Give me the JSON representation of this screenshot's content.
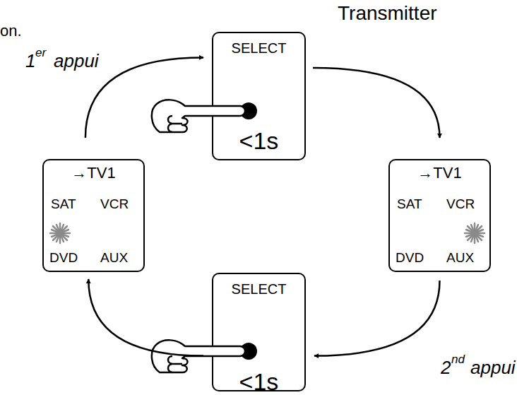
{
  "diagram": {
    "title": "Transmitter",
    "nodes": [
      {
        "text": [
          "SELECT",
          "<1s"
        ]
      },
      {
        "text": [
          "→TV1",
          "SAT",
          "VCR",
          "DVD",
          "AUX"
        ]
      },
      {
        "text": [
          "→TV1",
          "SAT",
          "VCR",
          "DVD",
          "AUX"
        ]
      },
      {
        "text": [
          "SELECT",
          "<1s"
        ]
      }
    ],
    "edges": [
      {
        "from": 0,
        "to": 2,
        "arrow": "to"
      },
      {
        "from": 2,
        "to": 3,
        "arrow": "to"
      },
      {
        "from": 3,
        "to": 1,
        "arrow": "to"
      },
      {
        "from": 1,
        "to": 0,
        "arrow": "to"
      }
    ],
    "labels": [
      "on.",
      "1",
      "er",
      "appui",
      "2",
      "nd",
      "appui"
    ]
  }
}
